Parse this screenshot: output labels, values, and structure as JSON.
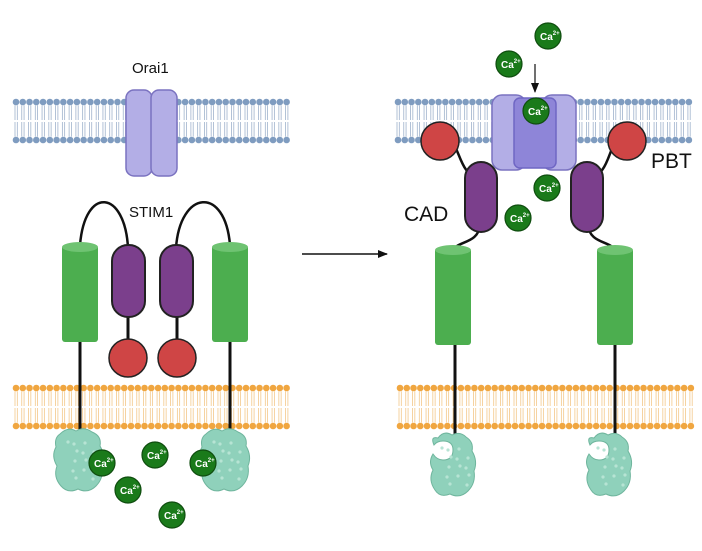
{
  "labels": {
    "orai": "Orai1",
    "stim": "STIM1",
    "cad": "CAD",
    "pbt": "PBT",
    "ion": "Ca",
    "ion_charge": "2+"
  },
  "colors": {
    "pm_head": "#7f9cc0",
    "er_head": "#f0a640",
    "orai": "#b3aee6",
    "orai_center": "#8e85d8",
    "helix_green": "#4cae4f",
    "helix_purple": "#7b3f8c",
    "pbt_red": "#cf4545",
    "ef_hand": "#8fd1bb",
    "calcium": "#1a7a1a"
  },
  "icons": {
    "calcium": "calcium-ion-icon",
    "arrow": "transition-arrow-icon"
  }
}
